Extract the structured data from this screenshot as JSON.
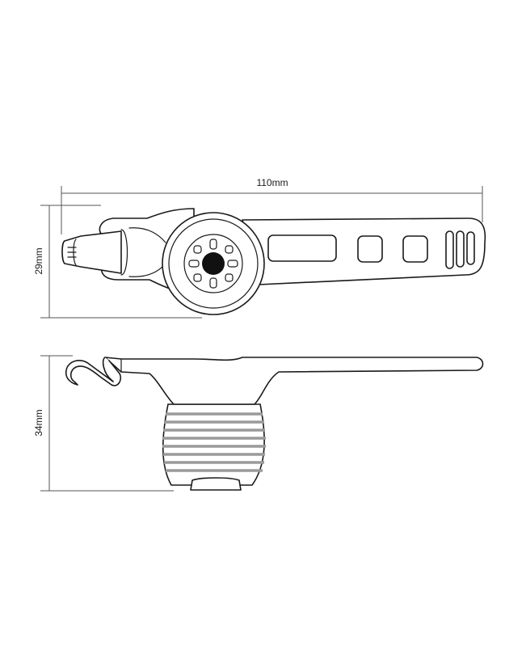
{
  "dimensions": {
    "width_label": "110mm",
    "height_top_label": "29mm",
    "height_side_label": "34mm"
  },
  "colors": {
    "outline": "#1a1a1a",
    "dimension_line": "#555555",
    "rubber_band_stripe": "#9a9a9a",
    "background": "#ffffff"
  }
}
